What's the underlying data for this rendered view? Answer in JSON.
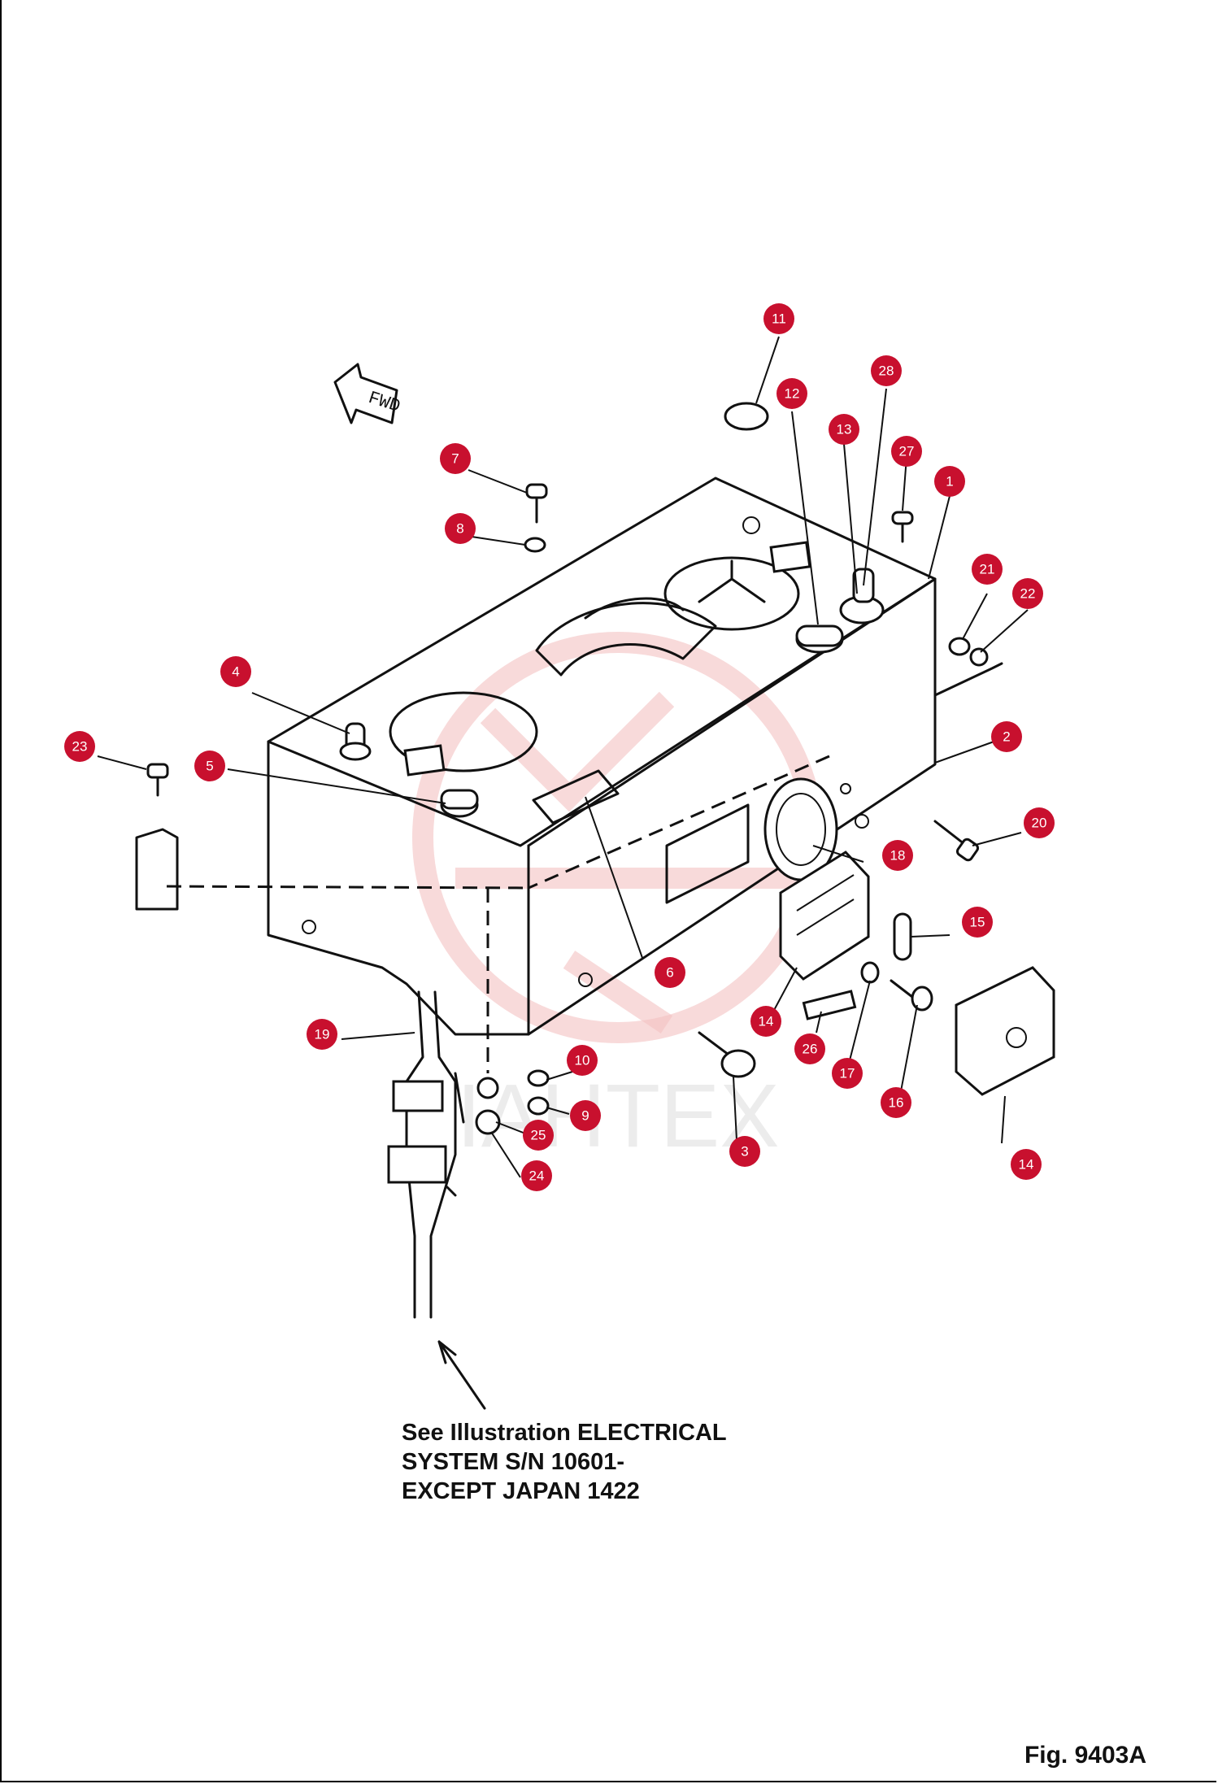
{
  "figure": {
    "label": "Fig. 9403A",
    "fwd_label": "FWD",
    "watermark": "IAHTEX",
    "note_lines": [
      "See Illustration ELECTRICAL",
      "SYSTEM S/N 10601-",
      "EXCEPT JAPAN 1422"
    ]
  },
  "callouts": [
    "11",
    "28",
    "12",
    "13",
    "27",
    "1",
    "7",
    "8",
    "21",
    "22",
    "4",
    "2",
    "23",
    "5",
    "20",
    "18",
    "15",
    "6",
    "14",
    "19",
    "26",
    "17",
    "10",
    "16",
    "9",
    "25",
    "3",
    "24",
    "14"
  ],
  "colors": {
    "callout": "#c8102e",
    "watermark": "#f3c2c2",
    "ink": "#111111"
  }
}
